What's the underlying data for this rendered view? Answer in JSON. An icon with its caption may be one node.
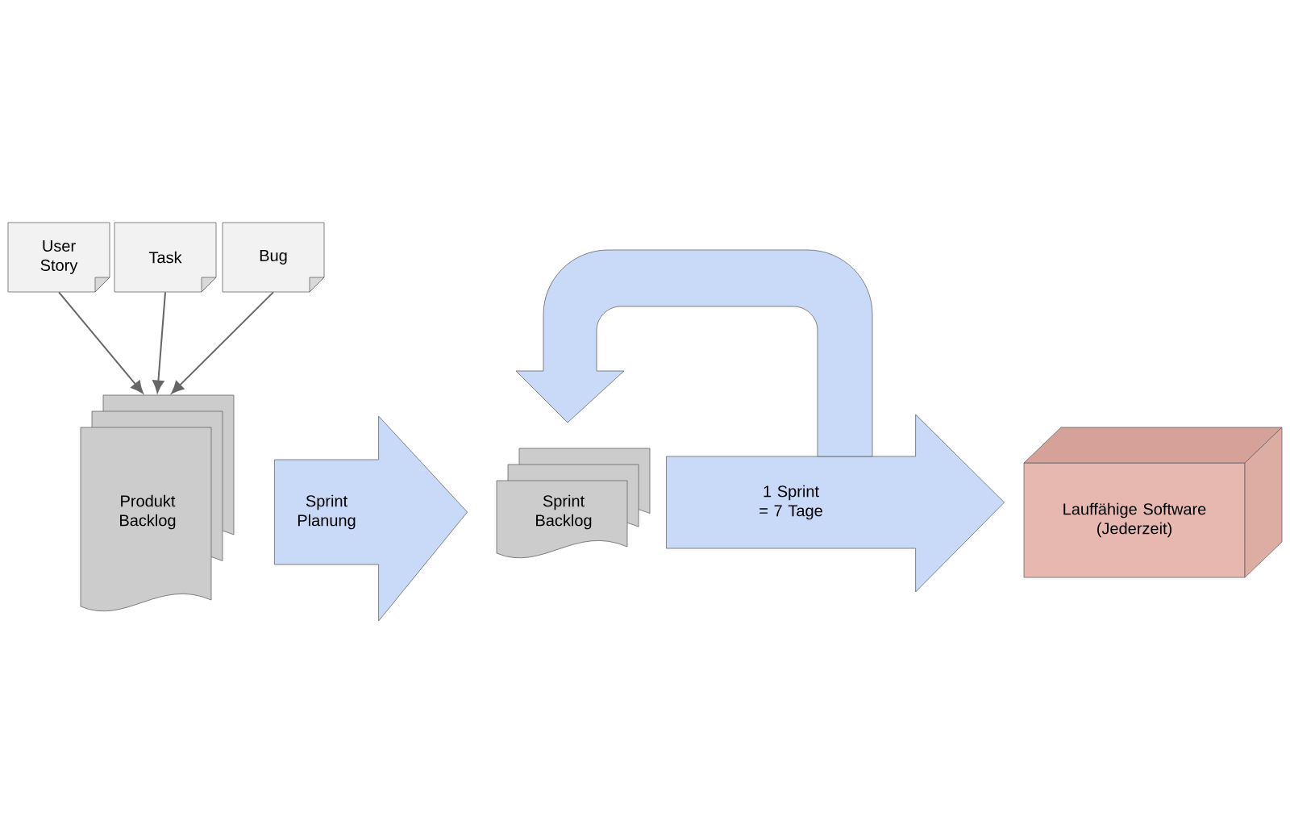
{
  "diagram": {
    "nodes": [
      {
        "text": [
          "User Story"
        ]
      },
      {
        "text": [
          "Task"
        ]
      },
      {
        "text": [
          "Bug"
        ]
      },
      {
        "text": [
          "Produkt Backlog"
        ]
      },
      {
        "text": [
          "Sprint Backlog"
        ]
      },
      {
        "text": [
          "Lauffähige Software (Jederzeit)"
        ]
      }
    ],
    "edges": [
      {
        "from": 0,
        "to": 3,
        "arrow": "to"
      },
      {
        "from": 1,
        "to": 3,
        "arrow": "to"
      },
      {
        "from": 2,
        "to": 3,
        "arrow": "to"
      },
      {
        "from": 3,
        "to": 4,
        "arrow": "to",
        "label": "Sprint Planung",
        "style": "thick",
        "color": "#c9daf8"
      },
      {
        "from": 4,
        "to": 5,
        "arrow": "to",
        "label": "1 Sprint = 7 Tage",
        "style": "thick",
        "color": "#c9daf8"
      },
      {
        "from": null,
        "to": 4,
        "arrow": "to",
        "style": "thick",
        "color": "#c9daf8"
      }
    ]
  }
}
